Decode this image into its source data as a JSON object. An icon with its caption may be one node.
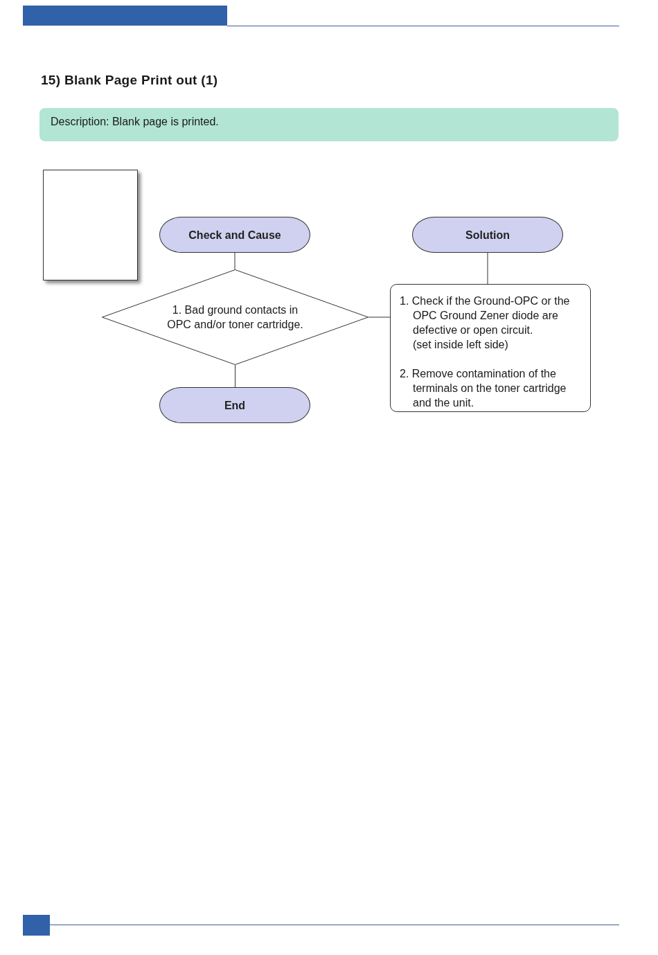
{
  "diagram": {
    "title": "15) Blank Page Print out (1)",
    "nodes": [
      {
        "text": [
          "Description: Blank page is printed."
        ]
      },
      {
        "text": [
          "Check and Cause"
        ]
      },
      {
        "text": [
          "Solution"
        ]
      },
      {
        "text": [
          "1. Bad ground contacts in OPC and/or toner cartridge."
        ]
      },
      {
        "text": [
          "1. Check if the Ground-OPC or the OPC Ground Zener diode are defective or open circuit.",
          "(set inside left side)",
          "2. Remove contamination of the terminals on the toner cartridge and the unit."
        ]
      },
      {
        "text": [
          "End"
        ]
      }
    ],
    "edges": [
      {
        "from": 1,
        "to": 3,
        "arrow": "none"
      },
      {
        "from": 2,
        "to": 4,
        "arrow": "none"
      },
      {
        "from": 3,
        "to": 4,
        "arrow": "none"
      },
      {
        "from": 3,
        "to": 5,
        "arrow": "none"
      }
    ]
  }
}
